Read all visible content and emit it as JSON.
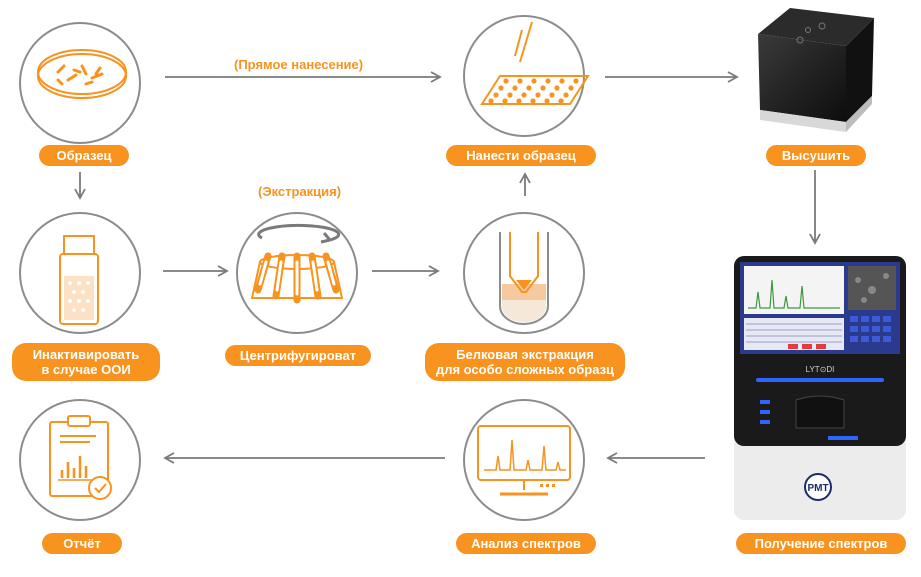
{
  "steps": {
    "sample": "Образец",
    "apply": "Нанести образец",
    "dry": "Высушить",
    "inactivate_1": "Инактивировать",
    "inactivate_2": "в случае ООИ",
    "centrifuge": "Центрифугироват",
    "protein_1": "Белковая экстракция",
    "protein_2": "для особо сложных образц",
    "acquire": "Получение спектров",
    "analyze": "Анализ спектров",
    "report": "Отчёт"
  },
  "notes": {
    "direct": "(Прямое нанесение)",
    "extraction": "(Экстракция)"
  },
  "device_text": {
    "brand": "LYT⊙DI",
    "badge": "PMT"
  },
  "colors": {
    "accent": "#f7931e",
    "circle_stroke": "#8c8c8c",
    "arrow": "#7a7a7a"
  }
}
